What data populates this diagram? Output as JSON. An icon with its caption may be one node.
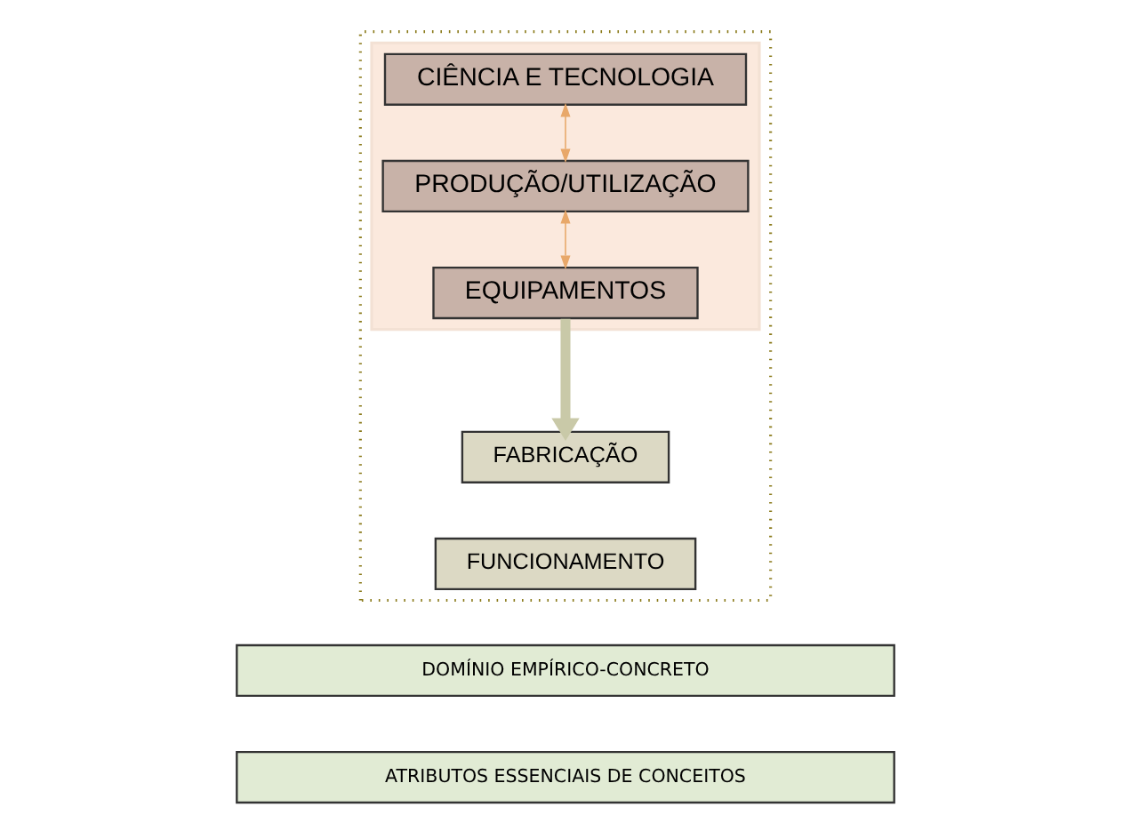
{
  "diagram": {
    "nodes": [
      {
        "text": [],
        "shape": "box"
      },
      {
        "text": [],
        "shape": "box",
        "in": 0
      },
      {
        "text": [
          "CIÊNCIA E TECNOLOGIA"
        ],
        "in": 1
      },
      {
        "text": [
          "PRODUÇÃO/UTILIZAÇÃO"
        ],
        "in": 1
      },
      {
        "text": [
          "EQUIPAMENTOS"
        ],
        "in": 1
      },
      {
        "text": [
          "FABRICAÇÃO"
        ],
        "in": 0
      },
      {
        "text": [
          "FUNCIONAMENTO"
        ],
        "in": 0
      },
      {
        "text": [
          "DOMÍNIO EMPÍRICO-CONCRETO"
        ]
      },
      {
        "text": [
          "ATRIBUTOS ESSENCIAIS DE CONCEITOS"
        ]
      }
    ],
    "edges": [
      {
        "from": 2,
        "to": 3,
        "arrow": "both",
        "color": "#e8a86a"
      },
      {
        "from": 3,
        "to": 4,
        "arrow": "both",
        "color": "#e8a86a"
      },
      {
        "from": 4,
        "to": 5,
        "arrow": "to",
        "style": "thick",
        "color": "#c9c9a8"
      }
    ]
  }
}
